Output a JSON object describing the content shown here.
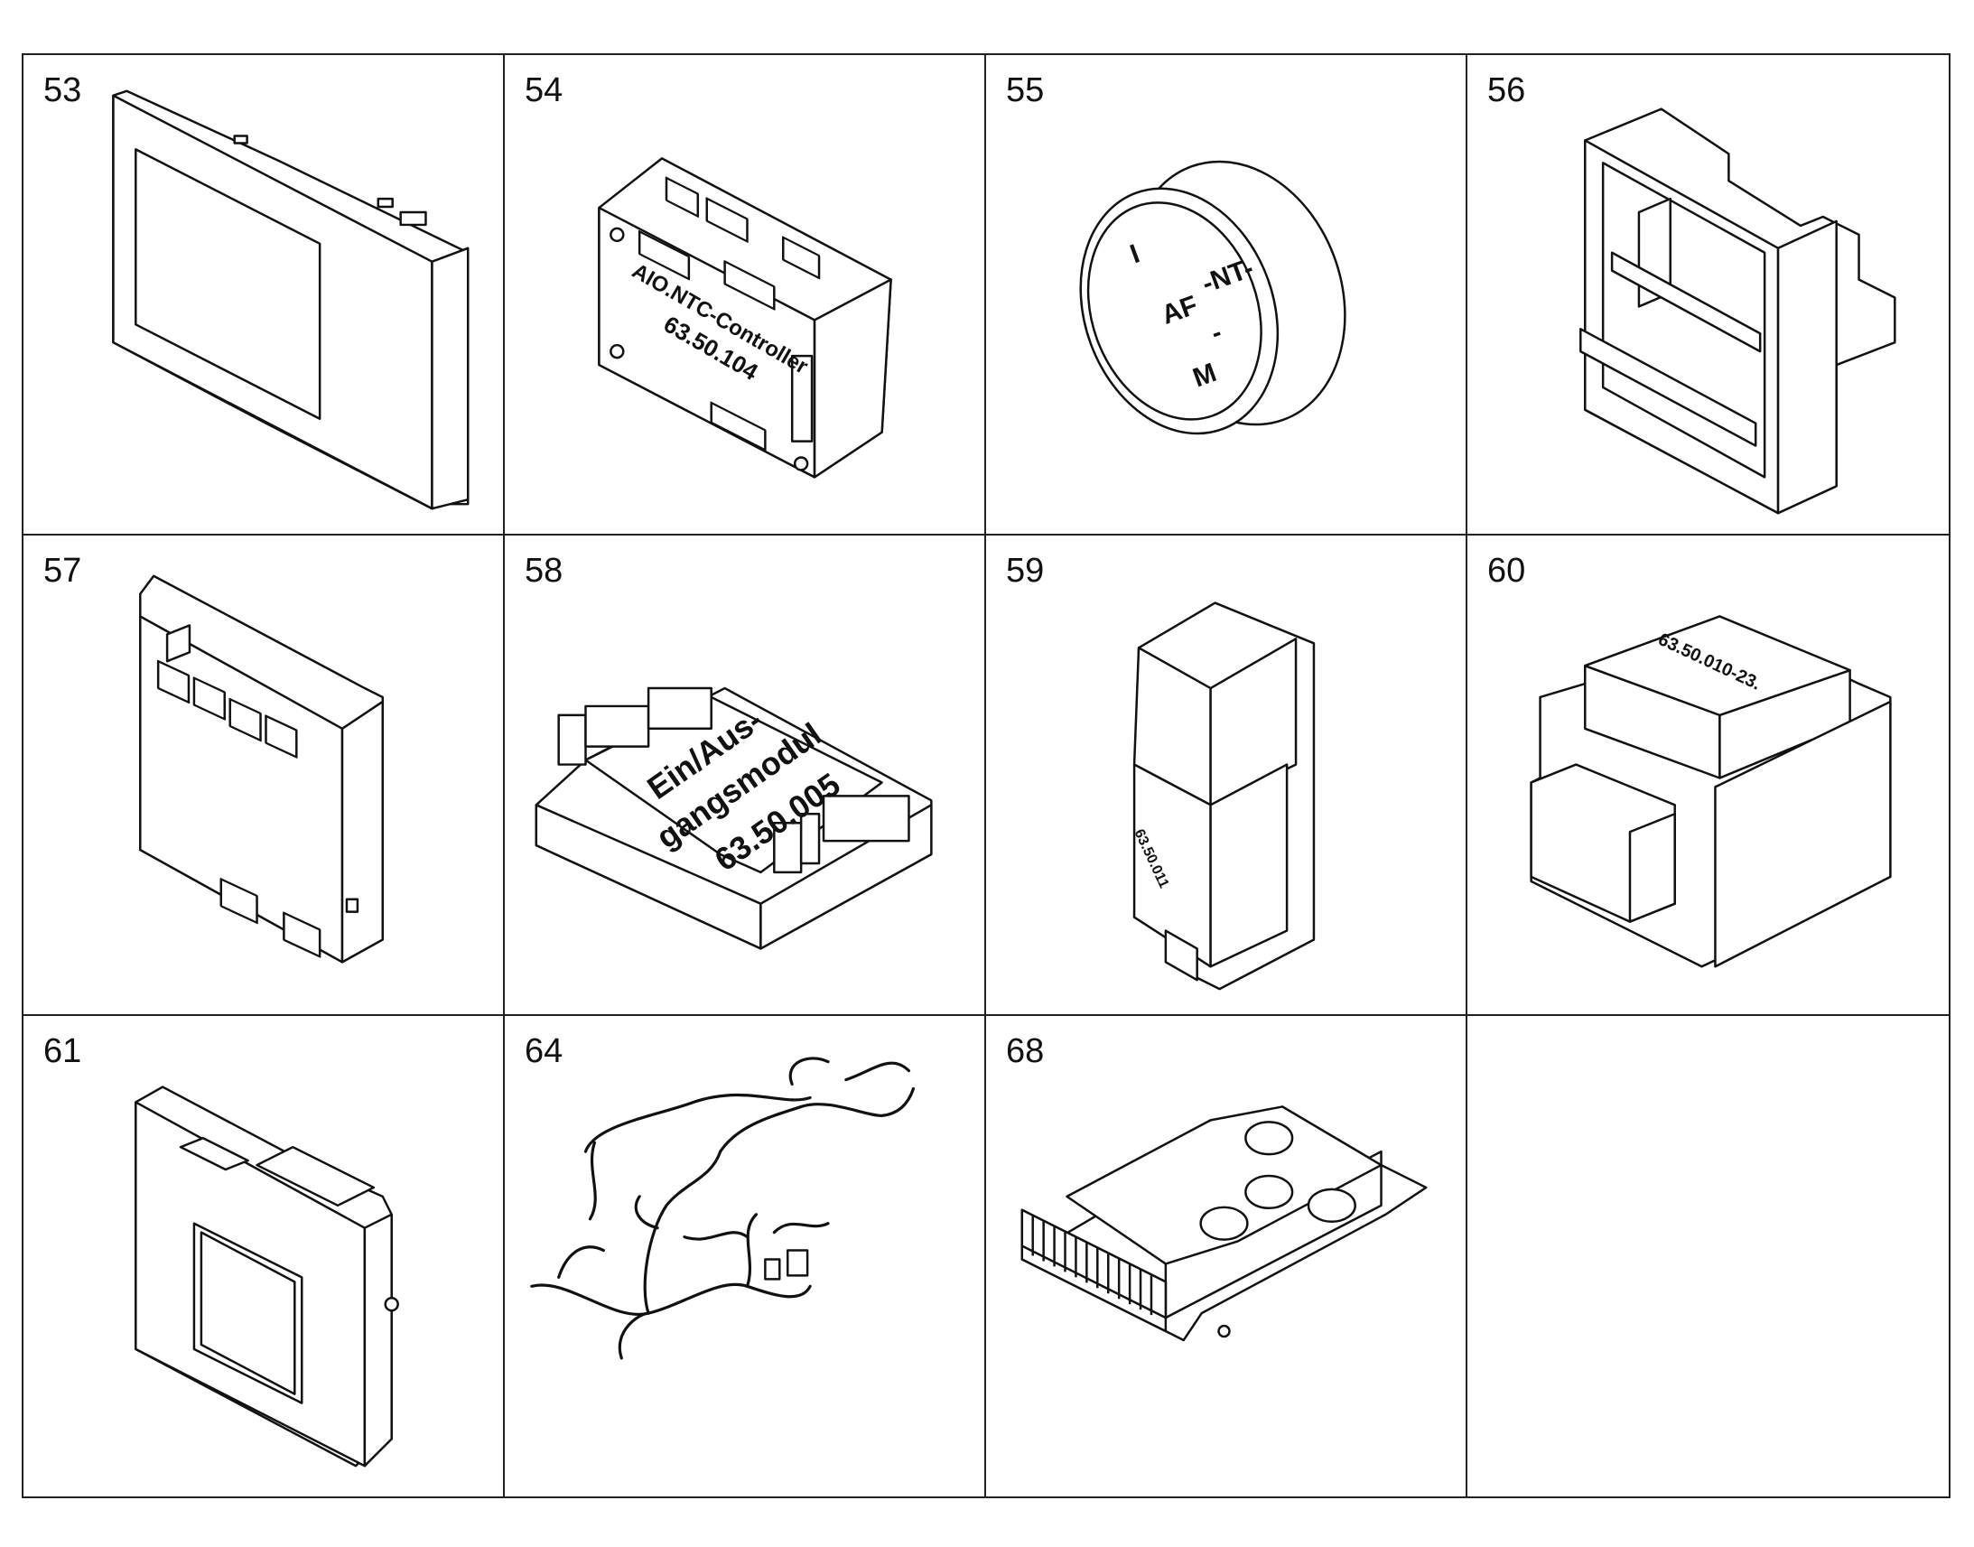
{
  "parts": [
    {
      "number": "53",
      "icon": "display-panel-icon",
      "labels": []
    },
    {
      "number": "54",
      "icon": "controller-module-icon",
      "labels": [
        "AIO.NTC-Controller",
        "63.50.104"
      ]
    },
    {
      "number": "55",
      "icon": "round-switch-icon",
      "labels": [
        "I",
        "-NT-",
        "AF",
        "-",
        "M"
      ]
    },
    {
      "number": "56",
      "icon": "frame-module-icon",
      "labels": []
    },
    {
      "number": "57",
      "icon": "relay-board-icon",
      "labels": []
    },
    {
      "number": "58",
      "icon": "io-module-icon",
      "labels": [
        "Ein/Aus-",
        "gangsmodul",
        "63.50.005"
      ]
    },
    {
      "number": "59",
      "icon": "din-rail-module-icon",
      "labels": [
        "63.50.011"
      ]
    },
    {
      "number": "60",
      "icon": "transformer-icon",
      "labels": [
        "63.50.010-23."
      ]
    },
    {
      "number": "61",
      "icon": "mounting-plate-icon",
      "labels": []
    },
    {
      "number": "64",
      "icon": "wiring-harness-icon",
      "labels": []
    },
    {
      "number": "68",
      "icon": "heatsink-controller-icon",
      "labels": []
    },
    {
      "number": "",
      "icon": "",
      "labels": []
    }
  ]
}
